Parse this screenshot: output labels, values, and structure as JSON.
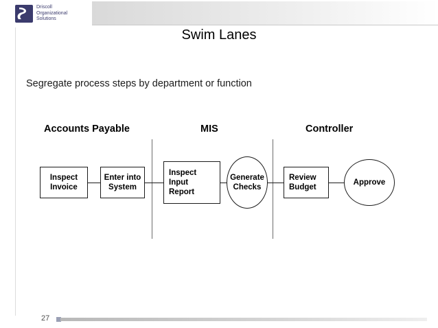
{
  "logo": {
    "line1": "Driscoll",
    "line2": "Organizational",
    "line3": "Solutions",
    "mark": "driscoll-swoosh-logo",
    "color": "#3b3b6d"
  },
  "slide": {
    "title": "Swim Lanes",
    "subtitle": "Segregate process steps by department or function",
    "page_number": "27"
  },
  "diagram": {
    "lanes": [
      {
        "label": "Accounts Payable"
      },
      {
        "label": "MIS"
      },
      {
        "label": "Controller"
      }
    ],
    "nodes": [
      {
        "name": "inspect-invoice",
        "shape": "rect",
        "lines": [
          "Inspect",
          "Invoice"
        ]
      },
      {
        "name": "enter-into-system",
        "shape": "rect",
        "lines": [
          "Enter into",
          "System"
        ]
      },
      {
        "name": "inspect-input-report",
        "shape": "rect",
        "lines": [
          "Inspect",
          "Input",
          "Report"
        ]
      },
      {
        "name": "generate-checks",
        "shape": "ellipse",
        "lines": [
          "Generate",
          "Checks"
        ]
      },
      {
        "name": "review-budget",
        "shape": "rect",
        "lines": [
          "Review",
          "Budget"
        ]
      },
      {
        "name": "approve",
        "shape": "ellipse",
        "lines": [
          "Approve"
        ]
      }
    ]
  }
}
